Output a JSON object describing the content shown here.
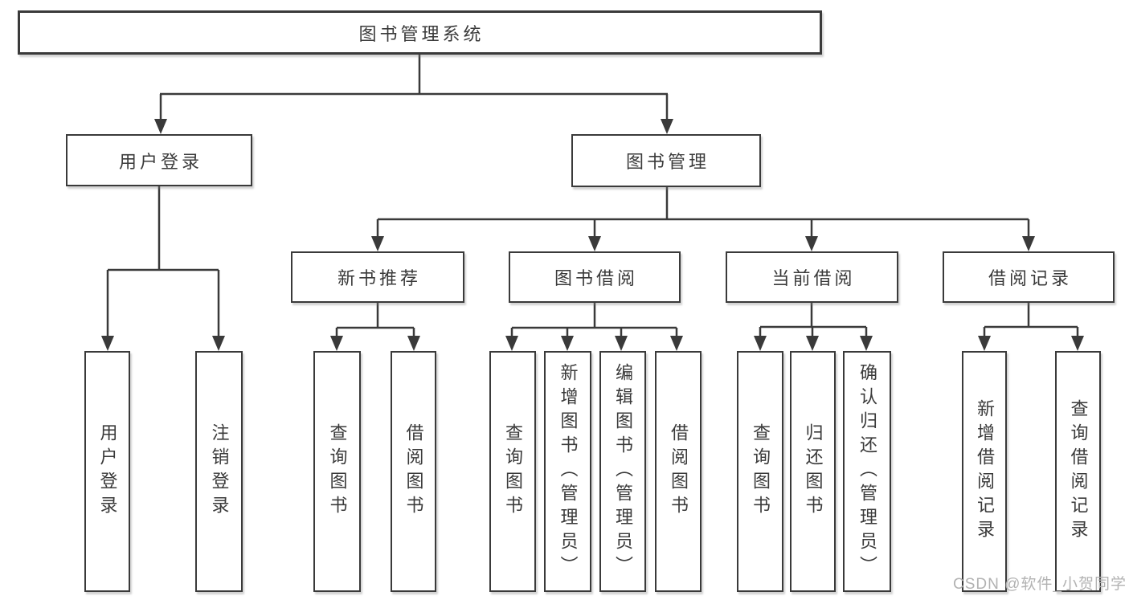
{
  "nodes": {
    "root": {
      "label": "图书管理系统"
    },
    "user_login": {
      "label": "用户登录"
    },
    "book_mgmt": {
      "label": "图书管理"
    },
    "user_login_action": {
      "label": "用户登录"
    },
    "logout_action": {
      "label": "注销登录"
    },
    "new_book_rec": {
      "label": "新书推荐"
    },
    "book_borrow": {
      "label": "图书借阅"
    },
    "current_borrow": {
      "label": "当前借阅"
    },
    "borrow_record": {
      "label": "借阅记录"
    },
    "rec_query_book": {
      "label": "查询图书"
    },
    "rec_borrow_book": {
      "label": "借阅图书"
    },
    "bb_query_book": {
      "label": "查询图书"
    },
    "bb_add_book": {
      "label": "新增图书（管理员）"
    },
    "bb_edit_book": {
      "label": "编辑图书（管理员）"
    },
    "bb_borrow_book": {
      "label": "借阅图书"
    },
    "cb_query_book": {
      "label": "查询图书"
    },
    "cb_return_book": {
      "label": "归还图书"
    },
    "cb_confirm_return": {
      "label": "确认归还（管理员）"
    },
    "br_add_record": {
      "label": "新增借阅记录"
    },
    "br_query_record": {
      "label": "查询借阅记录"
    }
  },
  "watermark": {
    "text": "CSDN @软件_小贺同学"
  },
  "colors": {
    "line": "#3a3a3a",
    "box_border": "#3a3a3a",
    "text": "#3a3a3a",
    "background": "#ffffff",
    "watermark": "#b2b2b2"
  }
}
